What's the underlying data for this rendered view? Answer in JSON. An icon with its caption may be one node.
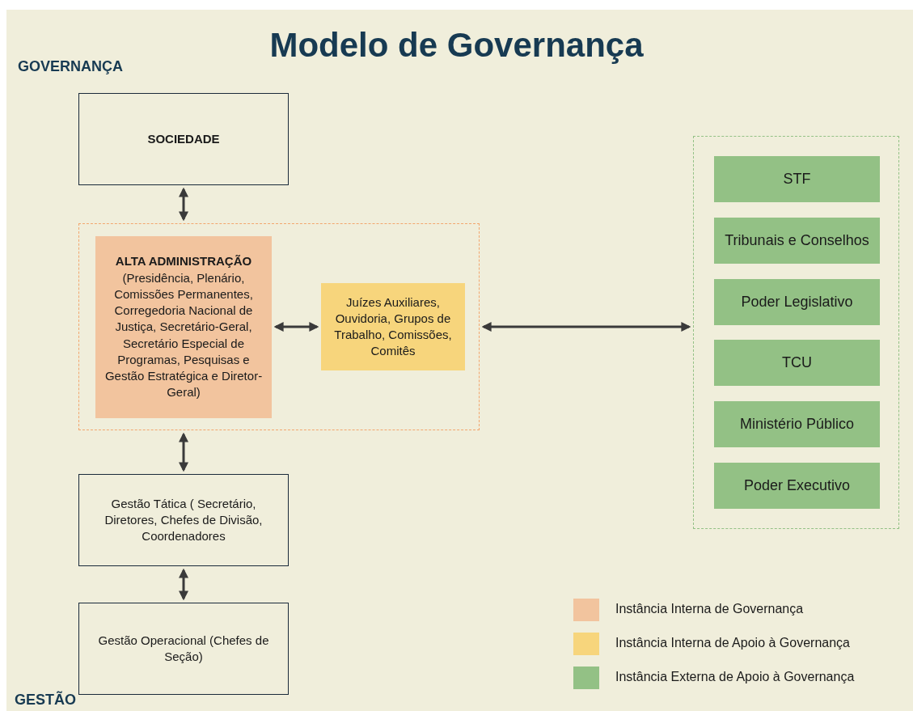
{
  "diagram": {
    "title": "Modelo de Governança",
    "nodes": [
      {
        "text": [
          "SOCIEDADE"
        ]
      },
      {
        "text": [],
        "shape": "box"
      },
      {
        "text": [
          "ALTA ADMINISTRAÇÃO",
          "(Presidência, Plenário, Comissões Permanentes, Corregedoria Nacional de Justiça, Secretário-Geral, Secretário Especial de Programas, Pesquisas e Gestão Estratégica e Diretor-Geral)"
        ],
        "in": 1
      },
      {
        "text": [
          "Juízes Auxiliares, Ouvidoria, Grupos de Trabalho, Comissões, Comitês"
        ],
        "in": 1
      },
      {
        "text": [
          "Gestão Tática ( Secretário, Diretores, Chefes de Divisão, Coordenadores"
        ]
      },
      {
        "text": [
          "Gestão Operacional (Chefes de Seção)"
        ]
      },
      {
        "text": [],
        "shape": "box"
      },
      {
        "text": [
          "STF"
        ],
        "in": 6
      },
      {
        "text": [
          "Tribunais e Conselhos"
        ],
        "in": 6
      },
      {
        "text": [
          "Poder Legislativo"
        ],
        "in": 6
      },
      {
        "text": [
          "TCU"
        ],
        "in": 6
      },
      {
        "text": [
          "Ministério Público"
        ],
        "in": 6
      },
      {
        "text": [
          "Poder Executivo"
        ],
        "in": 6
      }
    ],
    "edges": [
      {
        "from": 0,
        "to": 1,
        "arrow": "both"
      },
      {
        "from": 2,
        "to": 3,
        "arrow": "both"
      },
      {
        "from": 1,
        "to": 6,
        "arrow": "both"
      },
      {
        "from": 1,
        "to": 4,
        "arrow": "both"
      },
      {
        "from": 4,
        "to": 5,
        "arrow": "both"
      }
    ],
    "labels": [
      "GOVERNANÇA",
      "GESTÃO"
    ],
    "legend": [
      {
        "text": "Instância Interna de Governança",
        "color": "#f2c49e"
      },
      {
        "text": "Instância Interna de Apoio à Governança",
        "color": "#f7d57c"
      },
      {
        "text": "Instância Externa de Apoio à Governança",
        "color": "#93c185"
      }
    ]
  }
}
